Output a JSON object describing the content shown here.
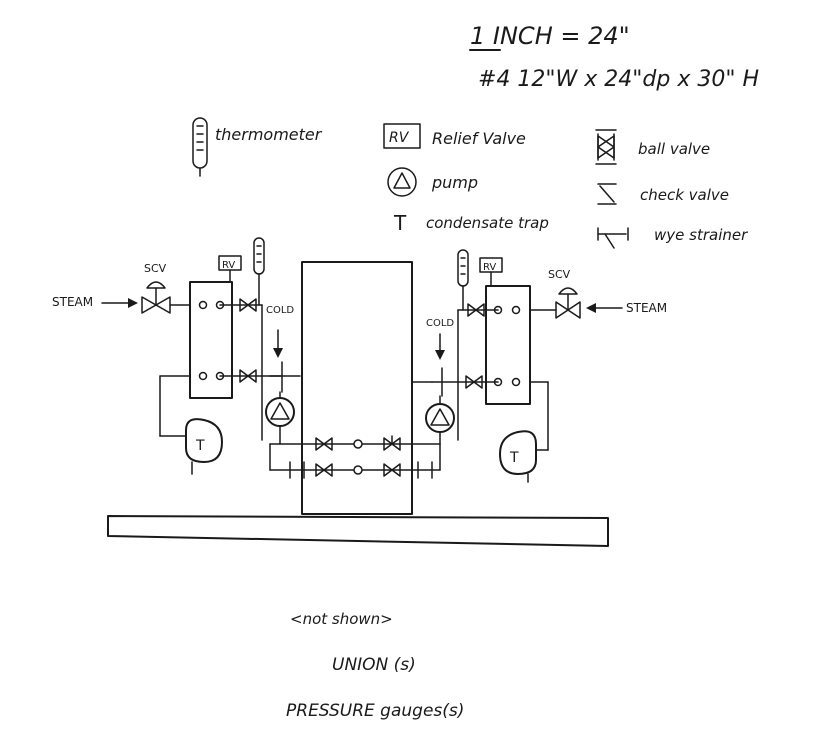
{
  "scale": {
    "line1": "1 INCH = 24\"",
    "line2": "#4 12\"W x 24\"dp x 30\" H"
  },
  "legend": {
    "thermometer": "thermometer",
    "relief_valve_tag": "RV",
    "relief_valve": "Relief Valve",
    "pump": "pump",
    "trap_symbol": "T",
    "condensate_trap": "condensate trap",
    "ball_valve": "ball valve",
    "check_valve": "check valve",
    "wye_strainer": "wye strainer"
  },
  "diagram": {
    "steam_left": "STEAM",
    "steam_right": "STEAM",
    "scv_left": "SCV",
    "scv_right": "SCV",
    "rv_left": "RV",
    "rv_right": "RV",
    "cold_left": "COLD",
    "cold_right": "COLD",
    "trap_left": "T",
    "trap_right": "T"
  },
  "notes": {
    "not_shown": "<not shown>",
    "union": "UNION (s)",
    "gauges": "PRESSURE gauges(s)"
  }
}
